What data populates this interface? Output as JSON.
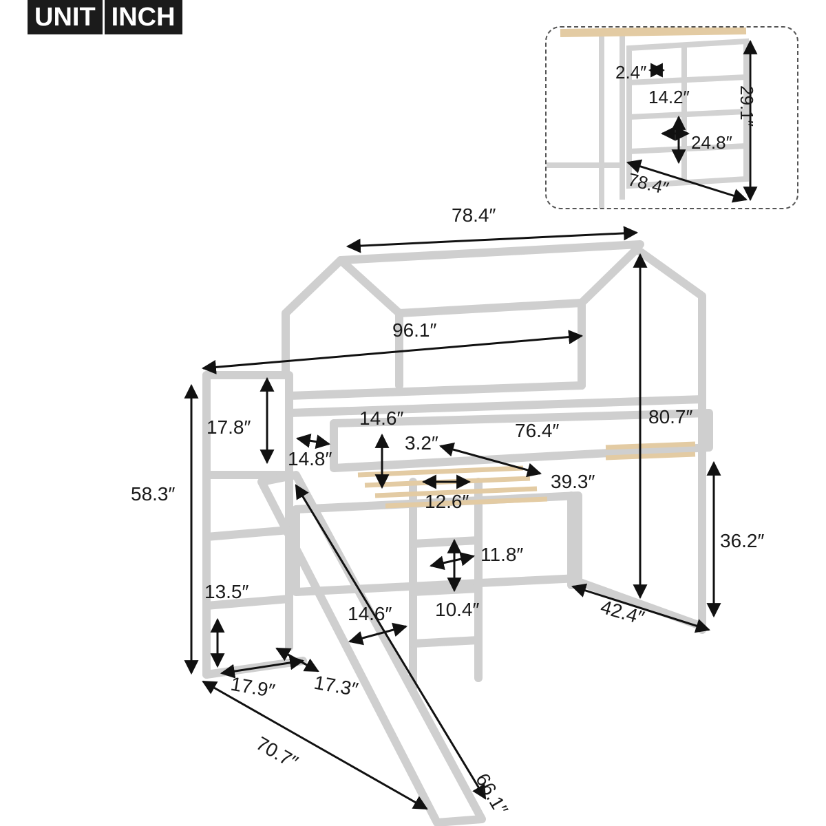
{
  "badge": {
    "unit": "UNIT",
    "inch": "INCH"
  },
  "colors": {
    "frame": "#c9c9c9",
    "wood": "#e3cba3",
    "arrow": "#111111",
    "text": "#1a1a1a"
  },
  "dimensions": {
    "total_length": "78.4″",
    "overall_length": "96.1″",
    "total_height": "80.7″",
    "stair_height": "58.3″",
    "stair_width": "17.8″",
    "stair_depth": "14.8″",
    "guardrail_height": "14.6″",
    "rail_gap": "3.2″",
    "mattress_length": "76.4″",
    "mattress_width": "39.3″",
    "rail_opening": "12.6″",
    "clearance_height": "36.2″",
    "cabinet_width": "11.8″",
    "cabinet_height": "10.4″",
    "bed_width": "42.4″",
    "step_height": "13.5″",
    "slide_width": "14.6″",
    "step_width": "17.9″",
    "step_depth": "17.3″",
    "total_width": "70.7″",
    "slide_length": "66.1″"
  },
  "inset": {
    "shelf_depth": "2.4″",
    "shelf_width": "14.2″",
    "shelf_height": "24.8″",
    "shelf_total_height": "29.1″",
    "shelf_length": "78.4″"
  }
}
